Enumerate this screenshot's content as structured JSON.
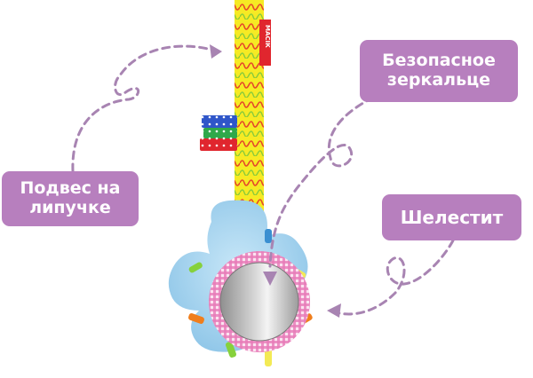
{
  "labels": {
    "velcro": {
      "line1": "Подвес на",
      "line2": "липучке"
    },
    "mirror": {
      "line1": "Безопасное",
      "line2": "зеркальце"
    },
    "rustle": {
      "line1": "Шелестит"
    }
  },
  "product": {
    "brand_tag": "МАСІК",
    "name": "flower-rattle-toy-with-mirror"
  },
  "colors": {
    "label_bg": "#b77fbe",
    "arrow": "#a884b2",
    "strap_yellow": "#f7e81a",
    "flower_blue": "#a9d6f0",
    "gingham_pink": "#e45fa8",
    "tag_red": "#e0262e"
  }
}
